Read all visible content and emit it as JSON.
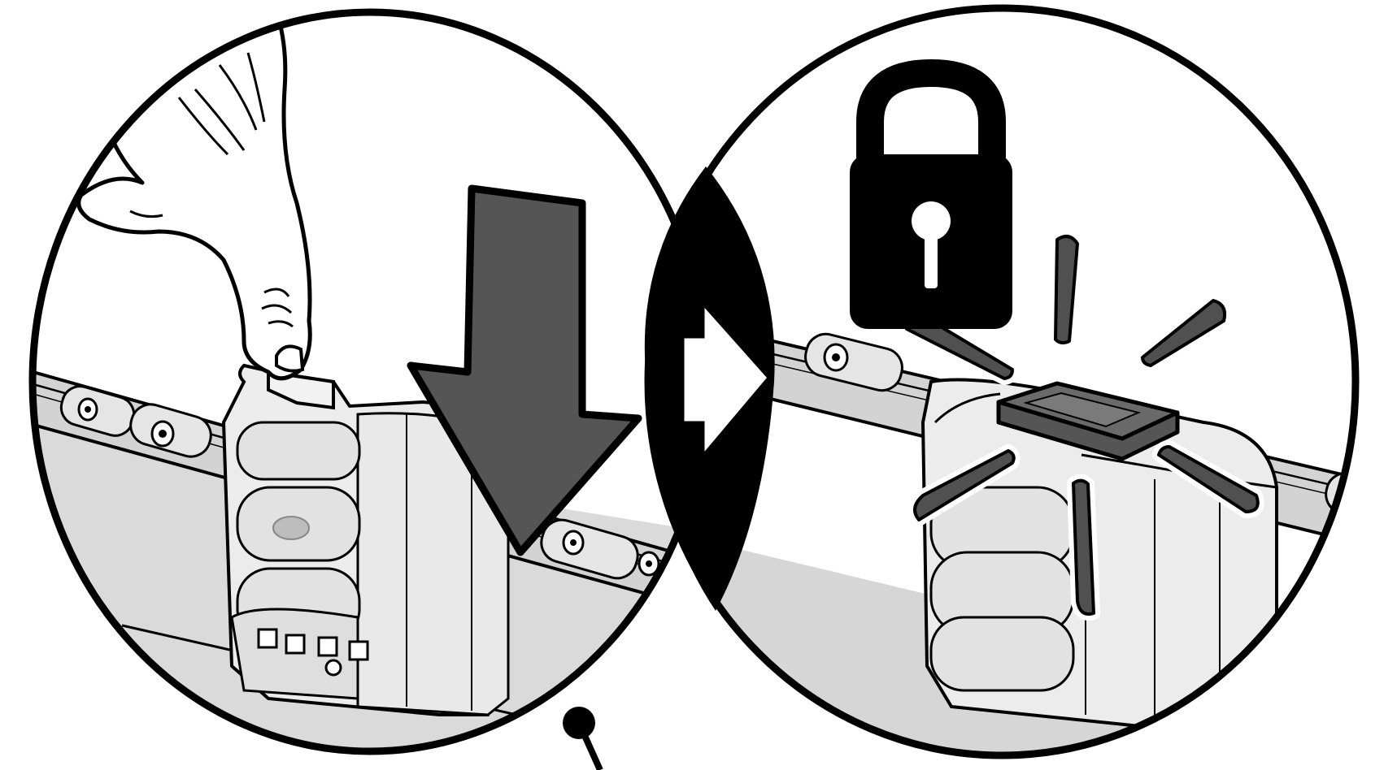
{
  "figure": {
    "panels": [
      {
        "id": "left",
        "step": "press-latch-down"
      },
      {
        "id": "right",
        "step": "latch-locked"
      }
    ],
    "icons": {
      "press_arrow": "down-arrow-icon",
      "transition_arrow": "right-arrow-icon",
      "lock": "padlock-icon",
      "click_burst": "click-burst-icon"
    },
    "colors": {
      "outline": "#000000",
      "background": "#ffffff",
      "device_fill": "#e6e6e6",
      "rail_fill": "#d3d3d3",
      "arrow_fill": "#555555",
      "burst_fill": "#505050",
      "latch_fill": "#6a6a6a"
    }
  }
}
